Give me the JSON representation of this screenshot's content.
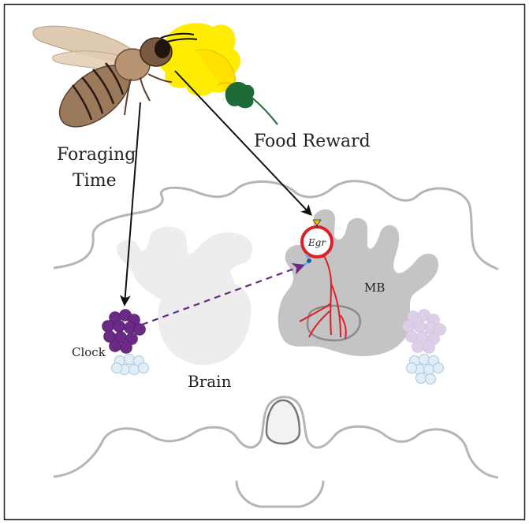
{
  "labels": {
    "foraging_time": [
      "Foraging",
      "Time"
    ],
    "food_reward": "Food Reward",
    "egr": "Egr",
    "mb": "MB",
    "clock": "Clock",
    "brain": "Brain"
  },
  "colors": {
    "frame": "#222222",
    "brain_outline": "#b0b0b0",
    "brain_light": "#ededed",
    "brain_dark": "#c4c4c4",
    "flower": "#ffeb00",
    "leaf": "#1e6b37",
    "clock_cluster": "#6a2a85",
    "clock_cluster_faded": "#d7cbe6",
    "pale_blue_cells": "#d6e8f4",
    "egr_ring": "#dd1f26",
    "neuron": "#dd1f26",
    "dashed_arrow": "#6a2a85",
    "arrows": "#111111"
  },
  "icons": [
    "honeybee-icon",
    "flower-icon"
  ]
}
